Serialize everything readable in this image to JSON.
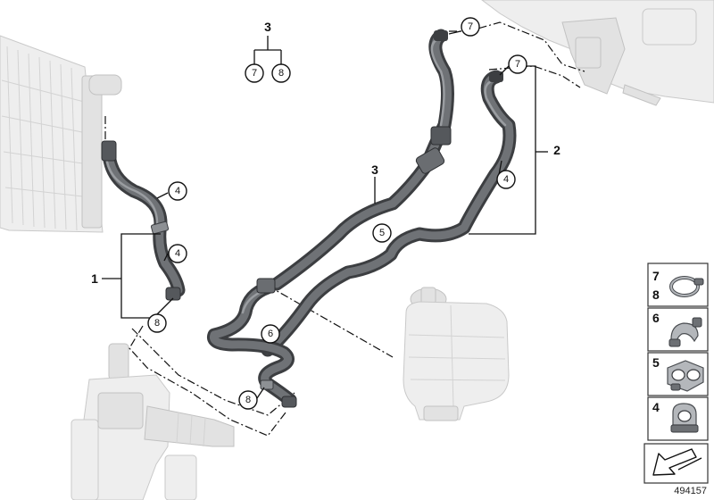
{
  "callouts": {
    "header_group": "3",
    "header_sub_a": "7",
    "header_sub_b": "8",
    "group_left": "1",
    "group_right": "2",
    "hose_main": "3",
    "left_hose_upper": "4",
    "left_hose_lower": "4",
    "left_clamp": "8",
    "top_connector_a": "7",
    "top_connector_b": "7",
    "right_hose": "4",
    "hose_section_mid": "5",
    "hose_section_lower": "6",
    "lower_clamp": "8"
  },
  "legend_panel": {
    "rows": [
      {
        "numbers": [
          "7",
          "8"
        ],
        "icon": "spring-clamp-icon"
      },
      {
        "numbers": [
          "6"
        ],
        "icon": "hose-clip-icon"
      },
      {
        "numbers": [
          "5"
        ],
        "icon": "double-hose-holder-icon"
      },
      {
        "numbers": [
          "4"
        ],
        "icon": "single-hose-holder-icon"
      }
    ],
    "footer_icon": "direction-arrow-icon"
  },
  "diagram_id": "494157"
}
